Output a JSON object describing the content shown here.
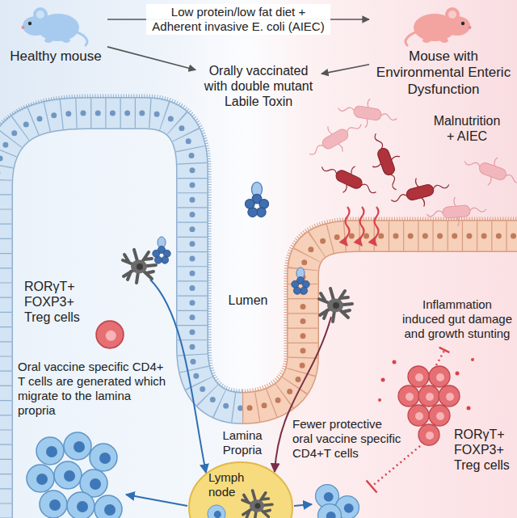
{
  "diagram": {
    "nodes": [
      {
        "text": [
          "Healthy mouse"
        ]
      },
      {
        "text": [
          "Mouse with Environmental Enteric Dysfunction"
        ]
      },
      {
        "text": [
          "Orally vaccinated with double mutant Labile Toxin"
        ]
      },
      {
        "text": [
          "Lymph node"
        ]
      }
    ],
    "edges": [
      {
        "from": 0,
        "to": 1,
        "arrow": "to",
        "label": "Low protein/low fat diet + Adherent invasive E. coli (AIEC)"
      },
      {
        "from": 0,
        "to": 2,
        "arrow": "to"
      },
      {
        "from": 1,
        "to": 2,
        "arrow": "to"
      }
    ],
    "labels": [
      "RORγT+ FOXP3+ Treg cells",
      "Lumen",
      "Malnutrition + AIEC",
      "Inflammation induced gut damage and growth stunting",
      "Oral vaccine specific CD4+ T cells are generated which migrate to the lamina propria",
      "Lamina Propria",
      "Fewer protective oral vaccine specific CD4+T cells",
      "RORγT+ FOXP3+ Treg cells"
    ]
  }
}
